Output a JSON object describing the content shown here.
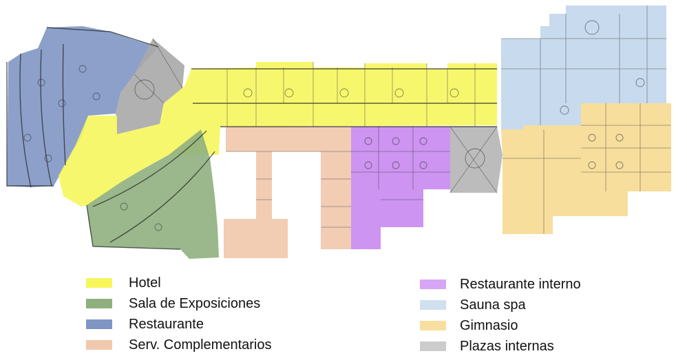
{
  "colors": {
    "hotel": "#f6f65a",
    "exposiciones": "#8fb07e",
    "restaurante": "#7f96c4",
    "complementarios": "#f1c8ad",
    "restaurante_interno": "#c98bf0",
    "sauna": "#c5d8ec",
    "gimnasio": "#f7dc98",
    "plazas": "#b5b5b5"
  },
  "legend": {
    "left": [
      {
        "label": "Hotel",
        "color": "#f6f65a"
      },
      {
        "label": "Sala de Exposiciones",
        "color": "#8fb07e"
      },
      {
        "label": "Restaurante",
        "color": "#7f96c4"
      },
      {
        "label": "Serv. Complementarios",
        "color": "#f1c8ad"
      }
    ],
    "right": [
      {
        "label": "Restaurante interno",
        "color": "#d6a6f5"
      },
      {
        "label": "Sauna spa",
        "color": "#cfe0ef"
      },
      {
        "label": "Gimnasio",
        "color": "#f8dfa0"
      },
      {
        "label": "Plazas internas",
        "color": "#cccccc"
      }
    ]
  }
}
